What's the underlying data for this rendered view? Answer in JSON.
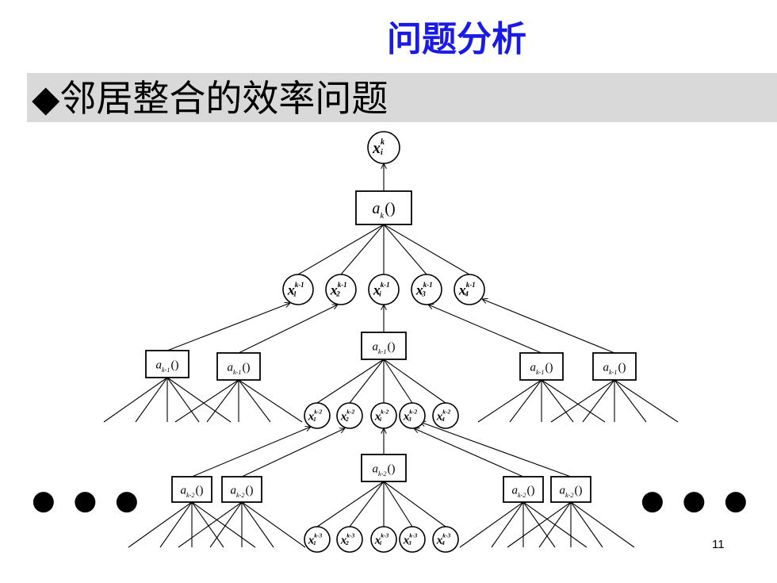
{
  "slide": {
    "title": "问题分析",
    "heading": "◆邻居整合的效率问题",
    "page_number": "11",
    "ellipsis": "● ● ●",
    "title_color": "#1a1ae6",
    "heading_bar_color": "#d9d9d9"
  },
  "diagram": {
    "root": {
      "base": "x",
      "sub": "i",
      "sup": "k"
    },
    "layers": [
      {
        "agg": {
          "fn": "a",
          "sub": "k"
        },
        "nodes": [
          {
            "sub": "1",
            "sup": "k-1"
          },
          {
            "sub": "2",
            "sup": "k-1"
          },
          {
            "sub": "i",
            "sup": "k-1"
          },
          {
            "sub": "3",
            "sup": "k-1"
          },
          {
            "sub": "4",
            "sup": "k-1"
          }
        ]
      },
      {
        "agg": {
          "fn": "a",
          "sub": "k-1"
        },
        "nodes": [
          {
            "sub": "1",
            "sup": "k-2"
          },
          {
            "sub": "2",
            "sup": "k-2"
          },
          {
            "sub": "i",
            "sup": "k-2"
          },
          {
            "sub": "3",
            "sup": "k-2"
          },
          {
            "sub": "4",
            "sup": "k-2"
          }
        ]
      },
      {
        "agg": {
          "fn": "a",
          "sub": "k-2"
        },
        "nodes": [
          {
            "sub": "1",
            "sup": "k-3"
          },
          {
            "sub": "2",
            "sup": "k-3"
          },
          {
            "sub": "i",
            "sup": "k-3"
          },
          {
            "sub": "3",
            "sup": "k-3"
          },
          {
            "sub": "4",
            "sup": "k-3"
          }
        ]
      }
    ]
  }
}
